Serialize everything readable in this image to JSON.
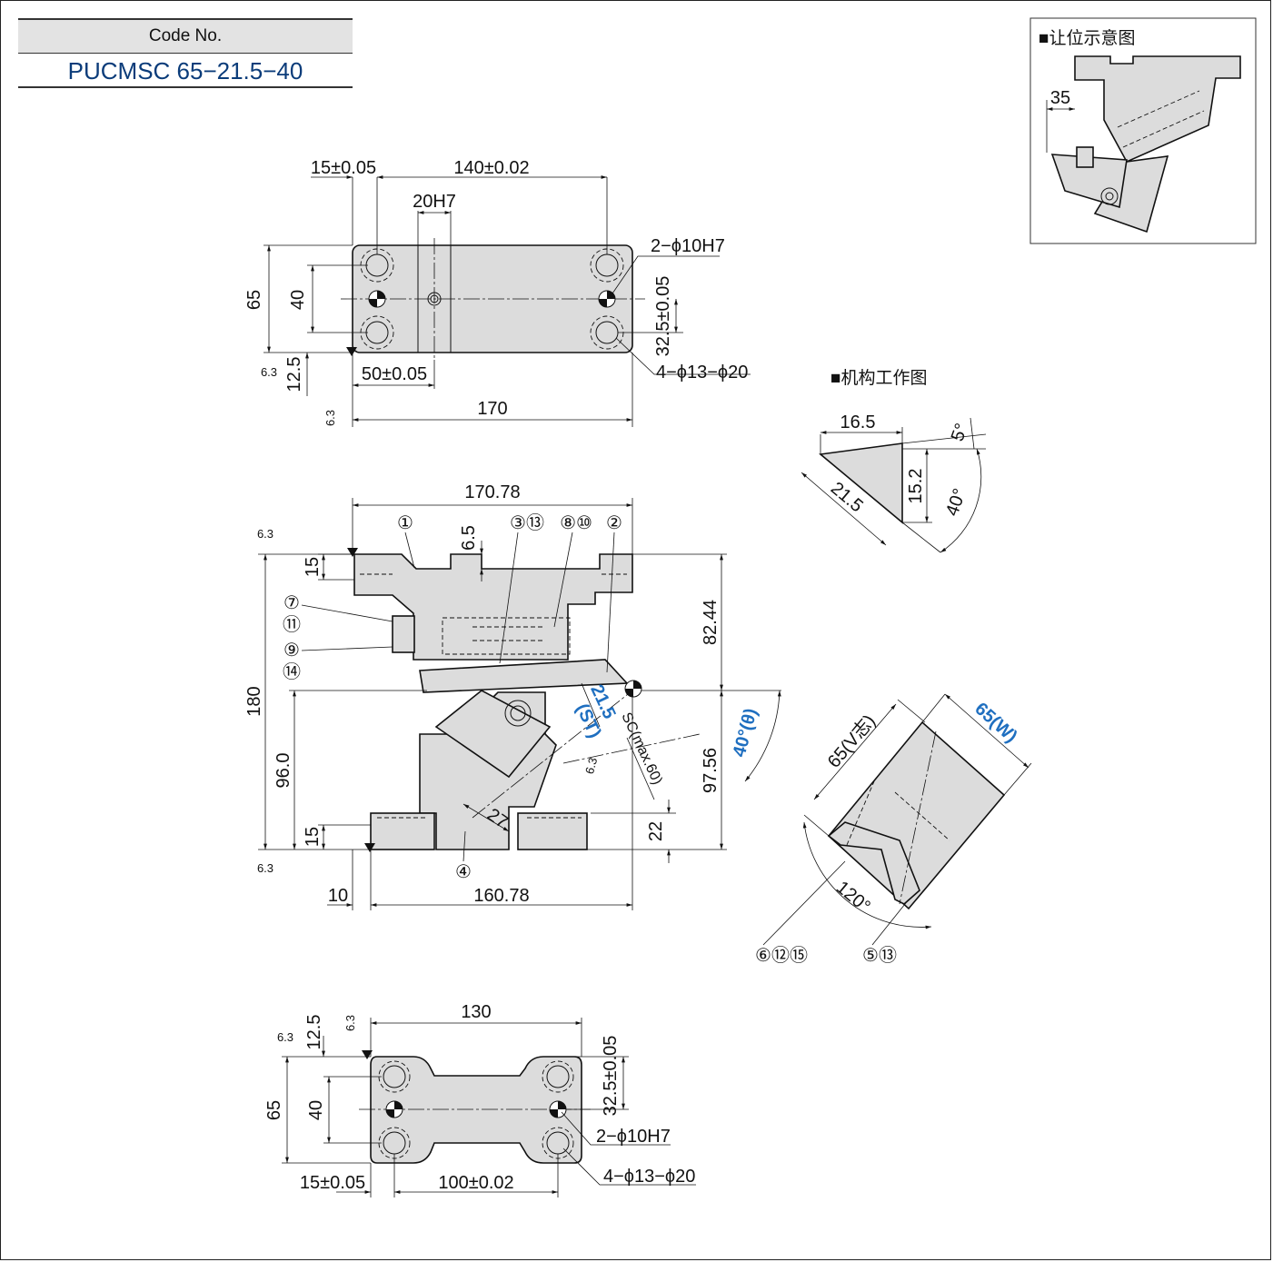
{
  "code": {
    "header": "Code No.",
    "value": "PUCMSC 65−21.5−40"
  },
  "top_view": {
    "dims": {
      "w15": "15±0.05",
      "w140": "140±0.02",
      "w20h7": "20H7",
      "h65": "65",
      "h40": "40",
      "h12_5": "12.5",
      "w50": "50±0.05",
      "w170": "170",
      "h32_5": "32.5±0.05",
      "surface": "6.3"
    },
    "callouts": {
      "pin": "2−ϕ10H7",
      "bolt": "4−ϕ13−ϕ20"
    }
  },
  "front_view": {
    "dims": {
      "w170_78": "170.78",
      "d6_5": "6.5",
      "h15_top": "15",
      "h180": "180",
      "h96": "96.0",
      "h15_bot": "15",
      "w10": "10",
      "w160_78": "160.78",
      "h82_44": "82.44",
      "h97_56": "97.56",
      "d22": "22",
      "d27": "27",
      "st_val": "21.5",
      "st": "(ST)",
      "sc": "SC(max.60)",
      "theta": "40°(θ)",
      "surf": "6.3"
    },
    "balloons": [
      "①",
      "③⑬",
      "⑧⑩",
      "②",
      "⑦",
      "⑪",
      "⑨",
      "⑭",
      "④"
    ]
  },
  "bottom_view": {
    "dims": {
      "w130": "130",
      "h12_5": "12.5",
      "h65": "65",
      "h40": "40",
      "h32_5": "32.5±0.05",
      "w15": "15±0.05",
      "w100": "100±0.02",
      "surf": "6.3"
    },
    "callouts": {
      "pin": "2−ϕ10H7",
      "bolt": "4−ϕ13−ϕ20"
    }
  },
  "clearance": {
    "title": "■让位示意图",
    "dim": "35"
  },
  "mechanism": {
    "title": "■机构工作图",
    "d16_5": "16.5",
    "d5": "5°",
    "d15_2": "15.2",
    "d21_5": "21.5",
    "d40": "40°"
  },
  "side_view": {
    "w65": "65(W)",
    "v65": "65(V志)",
    "a120": "120°",
    "b1": "⑥⑫⑮",
    "b2": "⑤⑬"
  }
}
